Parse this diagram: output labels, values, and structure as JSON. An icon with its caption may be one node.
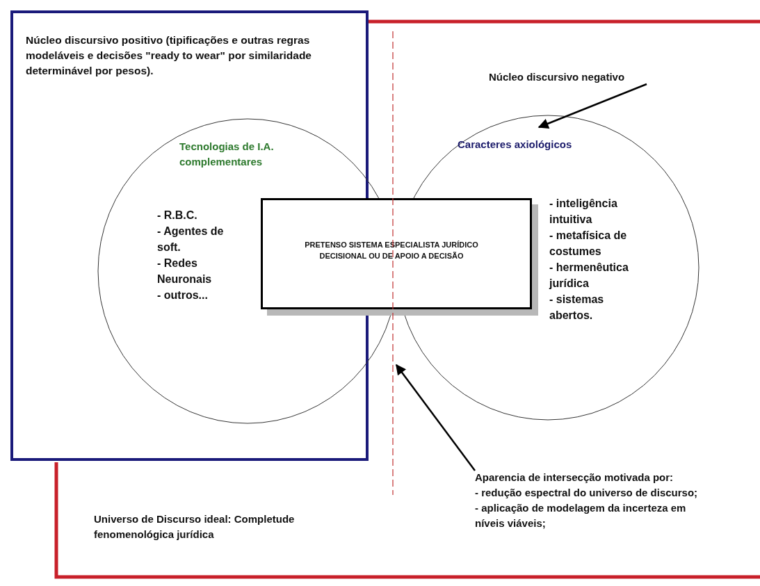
{
  "diagram": {
    "nodes": [
      {
        "text": [
          "Núcleo discursivo positivo (tipificações e outras regras modeláveis  e decisões \"ready to wear\" por similaridade determinável por pesos)."
        ]
      },
      {
        "text": [
          "Núcleo discursivo negativo"
        ]
      },
      {
        "text": [
          "Tecnologias de I.A. complementares",
          "- R.B.C.",
          "- Agentes de soft.",
          "- Redes Neuronais",
          "- outros..."
        ]
      },
      {
        "text": [
          "Caracteres axiológicos",
          "- inteligência intuitiva",
          "- metafísica de costumes",
          "- hermenêutica jurídica",
          "- sistemas abertos."
        ]
      },
      {
        "text": [
          "PRETENSO SISTEMA ESPECIALISTA JURÍDICO DECISIONAL OU DE APOIO A DECISÃO"
        ]
      },
      {
        "text": [
          "Aparencia de intersecção motivada por:",
          "- redução espectral do universo de discurso;",
          "- aplicação de modelagem da incerteza em níveis viáveis;"
        ]
      },
      {
        "text": [
          "Universo de Discurso ideal: Completude fenomenológica jurídica"
        ]
      }
    ],
    "edges": [
      {
        "from": 1,
        "to": 3,
        "arrow": "to"
      },
      {
        "from": 5,
        "to": null,
        "arrow": "to"
      }
    ]
  }
}
